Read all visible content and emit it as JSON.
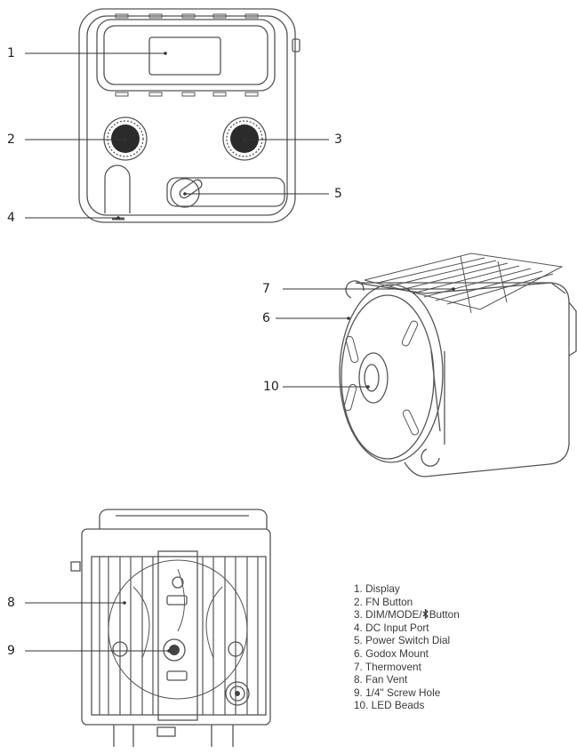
{
  "callouts": {
    "c1": "1",
    "c2": "2",
    "c3": "3",
    "c4": "4",
    "c5": "5",
    "c6": "6",
    "c7": "7",
    "c8": "8",
    "c9": "9",
    "c10": "10"
  },
  "legend": {
    "items": [
      "1. Display",
      "2. FN Button",
      "3. DIM/MODE/",
      "4. DC Input Port",
      "5. Power Switch Dial",
      "6. Godox Mount",
      "7. Thermovent",
      "8. Fan Vent",
      "9. 1/4\" Screw Hole",
      "10. LED Beads"
    ],
    "item3_suffix": "Button",
    "bluetooth_icon": "bluetooth-icon"
  },
  "colors": {
    "line": "#555555",
    "fill_dark": "#2b2b2b",
    "text": "#333333"
  }
}
